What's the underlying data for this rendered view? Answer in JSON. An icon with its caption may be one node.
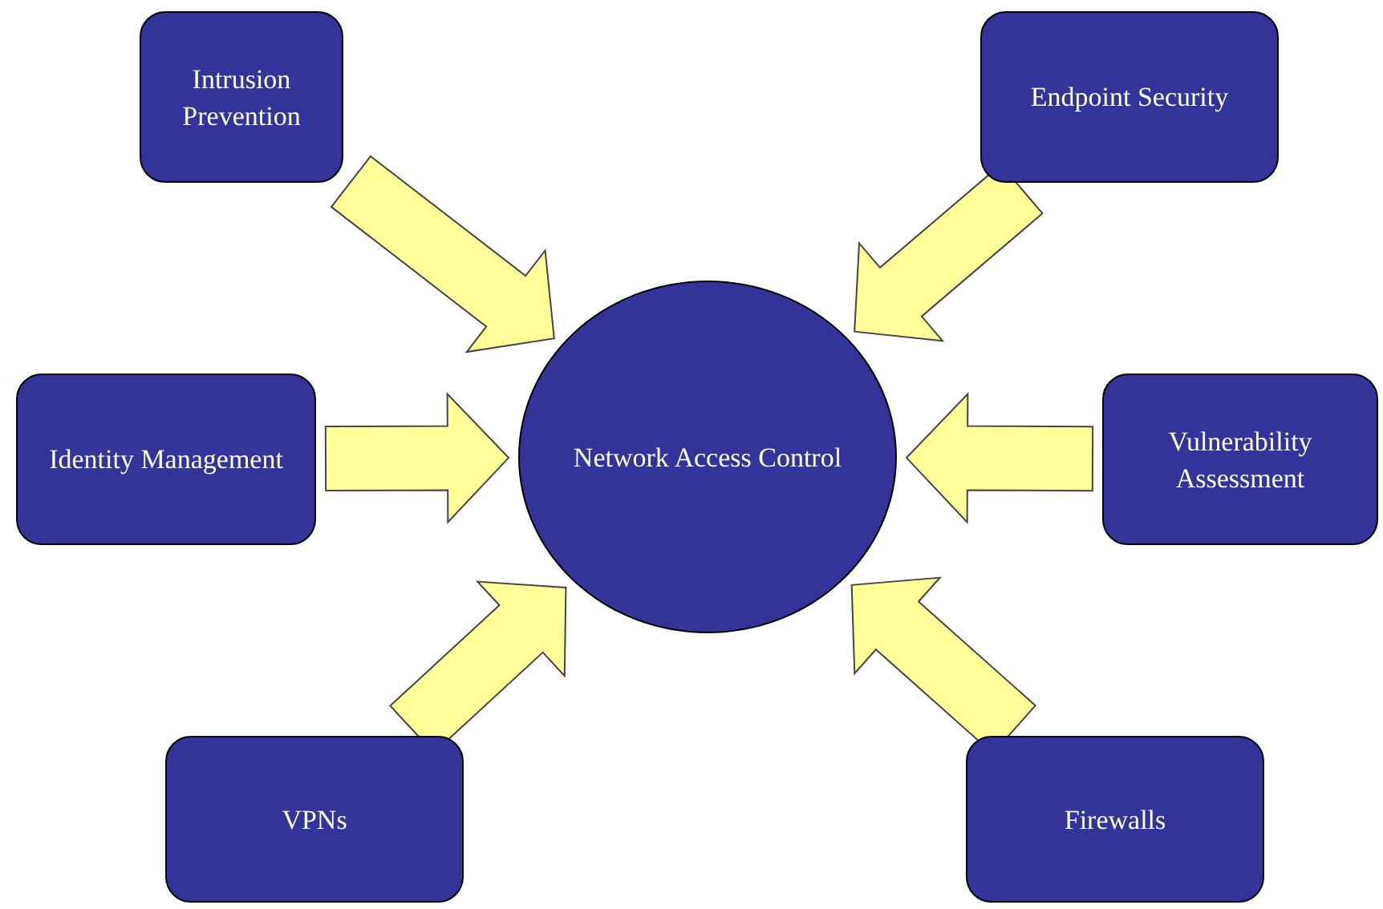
{
  "diagram": {
    "nodes": [
      {
        "text": [
          "Intrusion Prevention"
        ]
      },
      {
        "text": [
          "Endpoint Security"
        ]
      },
      {
        "text": [
          "Identity Management"
        ]
      },
      {
        "text": [
          "Network Access Control"
        ]
      },
      {
        "text": [
          "Vulnerability Assessment"
        ]
      },
      {
        "text": [
          "VPNs"
        ]
      },
      {
        "text": [
          "Firewalls"
        ]
      }
    ],
    "edges": [
      {
        "from": 0,
        "to": 3,
        "arrow": "to"
      },
      {
        "from": 1,
        "to": 3,
        "arrow": "to"
      },
      {
        "from": 2,
        "to": 3,
        "arrow": "to"
      },
      {
        "from": 4,
        "to": 3,
        "arrow": "to"
      },
      {
        "from": 5,
        "to": 3,
        "arrow": "to"
      },
      {
        "from": 6,
        "to": 3,
        "arrow": "to"
      }
    ]
  }
}
